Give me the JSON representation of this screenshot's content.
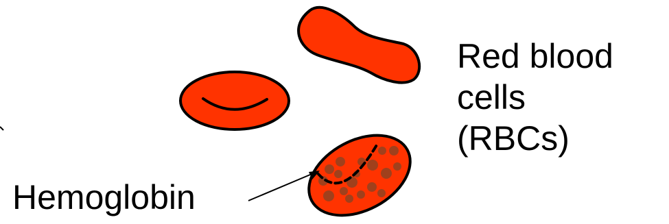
{
  "colors": {
    "cell_fill": "#ff3300",
    "outline": "#000000",
    "hemoglobin_dot": "#a0401c",
    "background": "#ffffff"
  },
  "labels": {
    "rbc_label_lines": [
      "Red blood",
      "cells",
      "(RBCs)"
    ],
    "hemoglobin_label": "Hemoglobin"
  }
}
